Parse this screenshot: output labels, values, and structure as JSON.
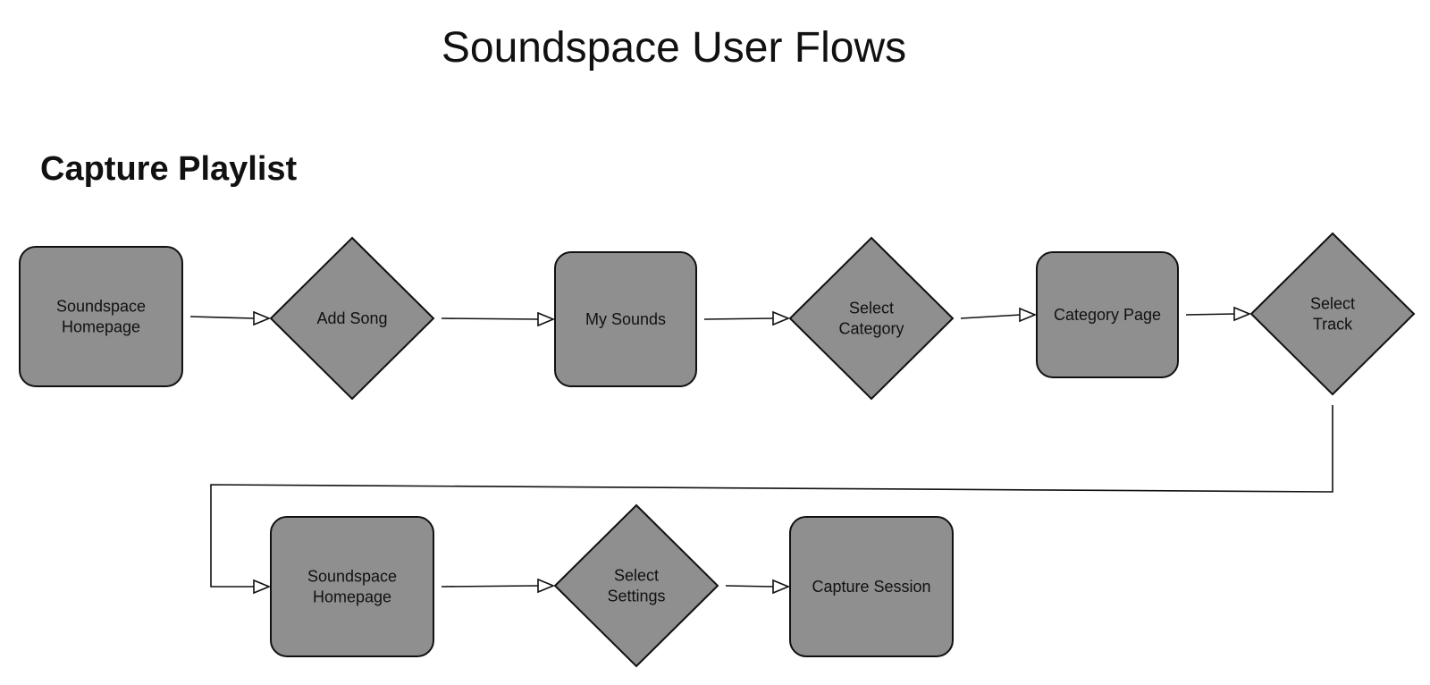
{
  "title": "Soundspace User Flows",
  "section_title": "Capture Playlist",
  "nodes": [
    {
      "id": "n1",
      "type": "process",
      "lines": [
        "Soundspace",
        "Homepage"
      ]
    },
    {
      "id": "n2",
      "type": "decision",
      "lines": [
        "Add Song"
      ]
    },
    {
      "id": "n3",
      "type": "process",
      "lines": [
        "My Sounds"
      ]
    },
    {
      "id": "n4",
      "type": "decision",
      "lines": [
        "Select",
        "Category"
      ]
    },
    {
      "id": "n5",
      "type": "process",
      "lines": [
        "Category Page"
      ]
    },
    {
      "id": "n6",
      "type": "decision",
      "lines": [
        "Select",
        "Track"
      ]
    },
    {
      "id": "n7",
      "type": "process",
      "lines": [
        "Soundspace",
        "Homepage"
      ]
    },
    {
      "id": "n8",
      "type": "decision",
      "lines": [
        "Select",
        "Settings"
      ]
    },
    {
      "id": "n9",
      "type": "process",
      "lines": [
        "Capture Session"
      ]
    }
  ],
  "edges": [
    {
      "from": "n1",
      "to": "n2"
    },
    {
      "from": "n2",
      "to": "n3"
    },
    {
      "from": "n3",
      "to": "n4"
    },
    {
      "from": "n4",
      "to": "n5"
    },
    {
      "from": "n5",
      "to": "n6"
    },
    {
      "from": "n6",
      "to": "n7"
    },
    {
      "from": "n7",
      "to": "n8"
    },
    {
      "from": "n8",
      "to": "n9"
    }
  ],
  "colors": {
    "node_fill": "#8f8f8f",
    "stroke": "#111111",
    "arrowhead_fill": "#ffffff"
  }
}
